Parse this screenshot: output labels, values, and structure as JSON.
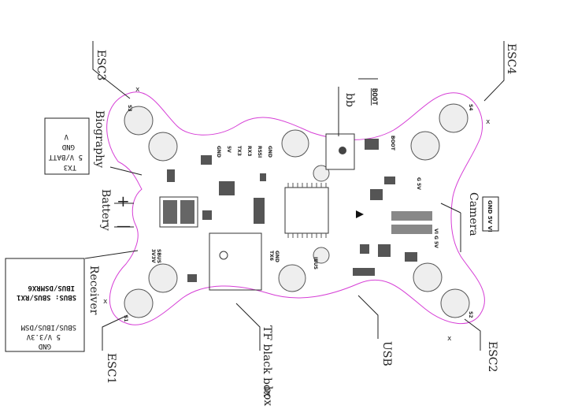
{
  "labels": {
    "esc3": "ESC3",
    "esc4": "ESC4",
    "esc1": "ESC1",
    "esc2": "ESC2",
    "bb": "bb",
    "boot": "BOOT",
    "biography": "Biography",
    "battery": "Battery",
    "receiver": "Receiver",
    "camera": "Camera",
    "usb": "USB",
    "tf_black_box": "TF black box",
    "box": "box",
    "plus": "+",
    "minus": "—"
  },
  "vtx_box": {
    "line1": "TX3",
    "line2": "5 V/BATT",
    "line3": "GND",
    "line4": "V"
  },
  "receiver_box": {
    "line1": "GND",
    "line2": "5 V/3.3V",
    "line3": "SBUS/IBUS/DSM",
    "line4": "SBUS: SBUS/RX1",
    "line5": "IBUS/DSMRX6"
  },
  "camera_box": {
    "text": "GND 5V VI"
  },
  "pads": {
    "gnd": "GND",
    "v5": "5V",
    "tx3": "TX3",
    "rx3": "RX3",
    "rssi": "RSSI",
    "gnd2": "GND",
    "boot_pad": "BOOT",
    "sbus": "SBUS",
    "v3_3": "3V3V",
    "tx6": "TX6",
    "gnd3": "GND",
    "ibus": "IBUS",
    "g5v": "G 5V",
    "vi": "VI G 5V",
    "s1": "S1",
    "s2": "S2",
    "s3": "S3",
    "s4": "S4",
    "x": "x"
  },
  "colors": {
    "outline": "#d63fd6",
    "ink": "#222222",
    "pad": "#555555"
  }
}
